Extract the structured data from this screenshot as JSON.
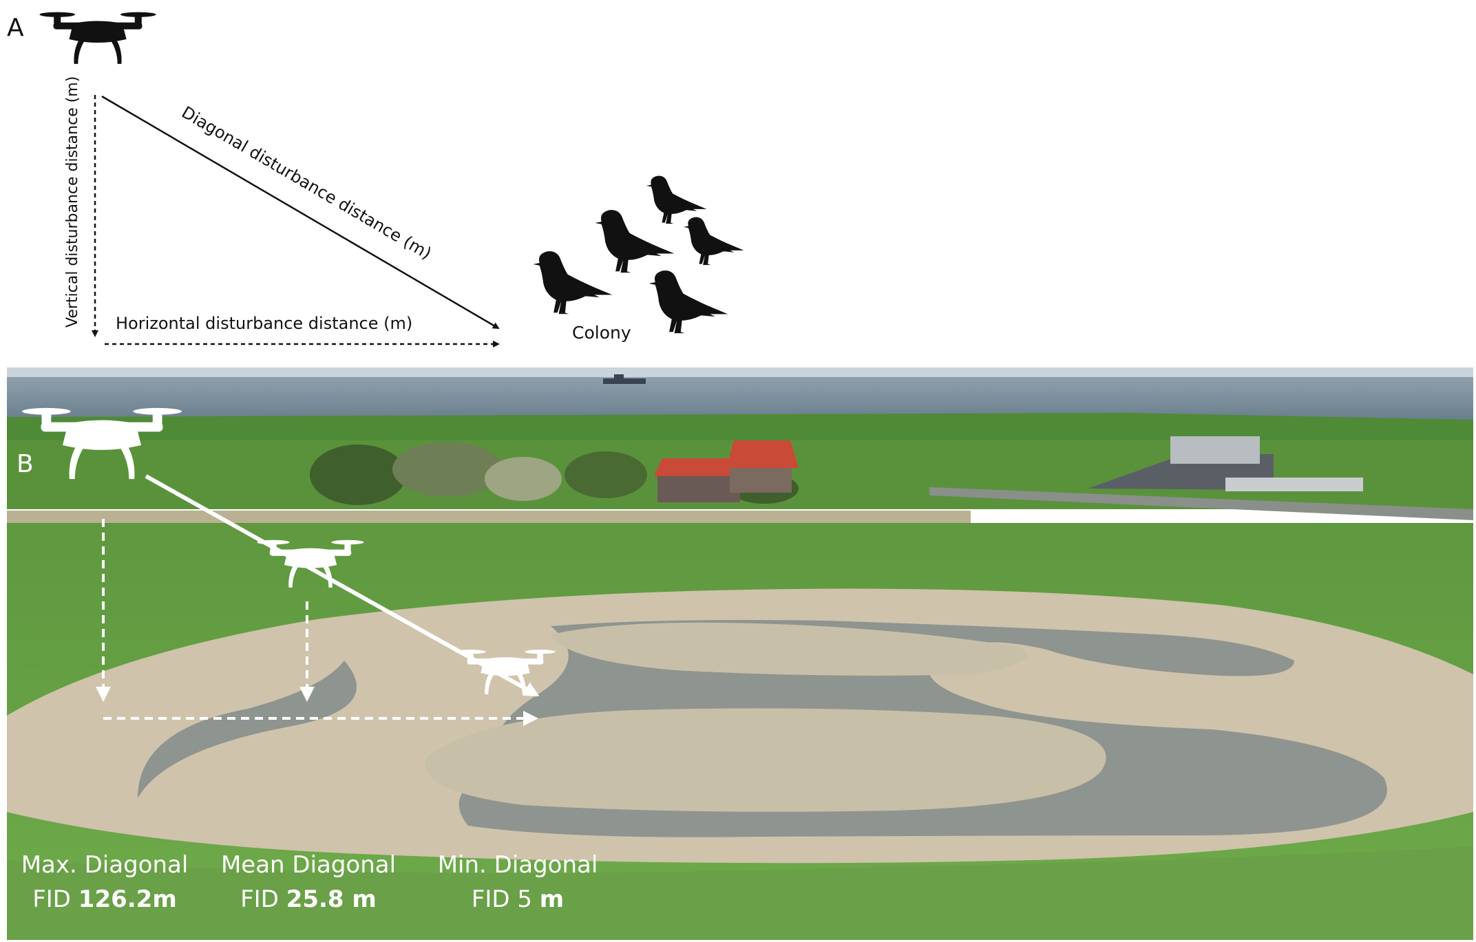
{
  "panel_a": {
    "label": "A",
    "vertical_label": "Vertical disturbance distance (m)",
    "diagonal_label": "Diagonal disturbance distance (m)",
    "horizontal_label": "Horizontal disturbance distance (m)",
    "colony_label": "Colony"
  },
  "panel_b": {
    "label": "B",
    "max": {
      "line1": "Max. Diagonal",
      "prefix": "FID ",
      "value": "126.2m"
    },
    "mean": {
      "line1": "Mean Diagonal",
      "prefix": "FID ",
      "value": "25.8 m"
    },
    "min": {
      "line1": "Min. Diagonal",
      "prefix": "FID 5 ",
      "value": "m"
    }
  },
  "colors": {
    "sky": "#c9d4dc",
    "sea": "#6f8595",
    "grass": "#6aa048",
    "grass_dark": "#4e8a35",
    "sand": "#cfc3ac",
    "water": "#8e948f",
    "roof": "#c94a36",
    "overlay": "#ffffff",
    "ink": "#111111"
  },
  "icons": [
    "drone-icon",
    "bird-icon"
  ]
}
